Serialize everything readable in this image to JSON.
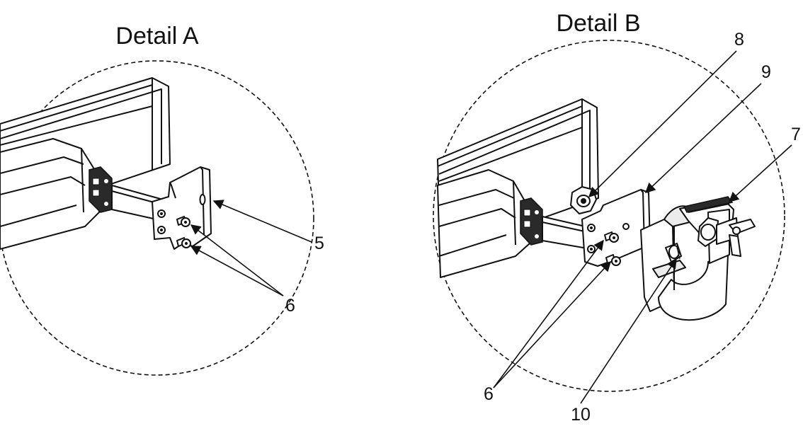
{
  "detail_a": {
    "title": "Detail A",
    "callouts": {
      "c5": "5",
      "c6": "6"
    }
  },
  "detail_b": {
    "title": "Detail B",
    "callouts": {
      "c6": "6",
      "c7": "7",
      "c8": "8",
      "c9": "9",
      "c10": "10"
    }
  }
}
